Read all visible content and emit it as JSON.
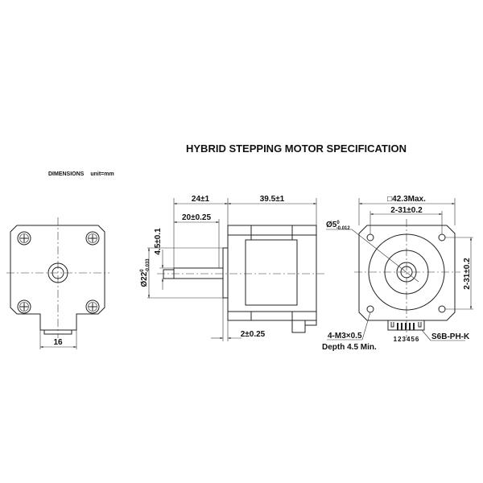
{
  "title": "HYBRID STEPPING MOTOR SPECIFICATION",
  "subtitle": {
    "label": "DIMENSIONS",
    "unit": "unit=mm"
  },
  "rear_view": {
    "tab_width": "16"
  },
  "side_view": {
    "shaft_length": "24±1",
    "body_length": "39.5±1",
    "flat_length": "20±0.25",
    "flat_depth": "4.5±0.1",
    "boss_diameter": "Ø22",
    "boss_tol_upper": "0",
    "boss_tol_lower": "-0.033",
    "boss_height": "2±0.25"
  },
  "front_view": {
    "body_size": "□42.3Max.",
    "hole_spacing_h": "2-31±0.2",
    "hole_spacing_v": "2-31±0.2",
    "shaft_diameter": "Ø5",
    "shaft_tol_upper": "0",
    "shaft_tol_lower": "-0.012",
    "threads": "4-M3×0.5",
    "thread_depth": "Depth 4.5 Min.",
    "connector": "S6B-PH-K",
    "pins": "123456"
  }
}
